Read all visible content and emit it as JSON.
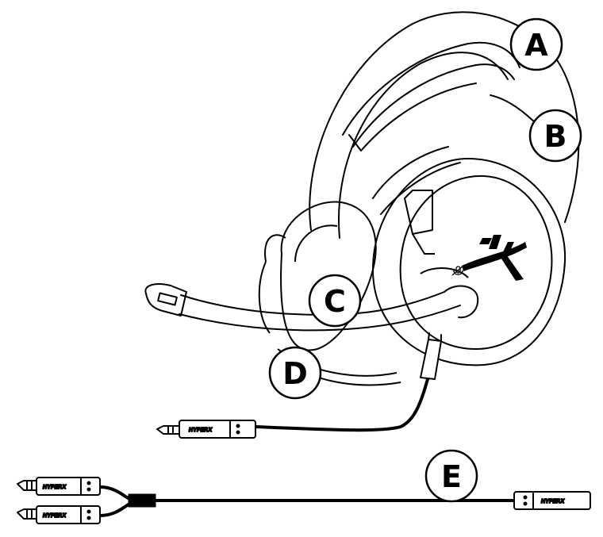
{
  "callouts": {
    "a": "A",
    "b": "B",
    "c": "C",
    "d": "D",
    "e": "E"
  },
  "brand": {
    "plug_text": "HYPERX"
  },
  "colors": {
    "line": "#000000",
    "background": "#ffffff"
  }
}
